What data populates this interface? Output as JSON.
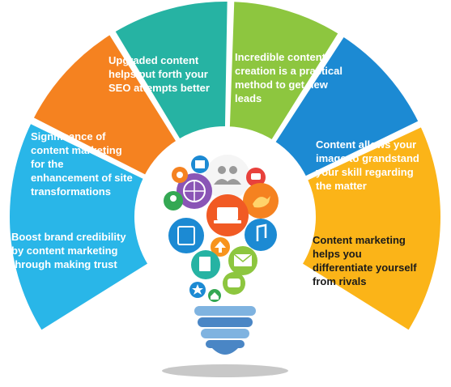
{
  "segments": [
    {
      "id": "s1",
      "text": "Boost brand credibility by content marketing through making trust",
      "color": "#29b6e8"
    },
    {
      "id": "s2",
      "text": "Significance of content marketing for the enhancement of site transformations",
      "color": "#f58220"
    },
    {
      "id": "s3",
      "text": "Upgraded content helps put forth your SEO attempts better",
      "color": "#26b3a3"
    },
    {
      "id": "s4",
      "text": "Incredible content creation is a practical method to get new leads",
      "color": "#8dc63f"
    },
    {
      "id": "s5",
      "text": "Content allows your image to grandstand your skill regarding the matter",
      "color": "#1c8ad3"
    },
    {
      "id": "s6",
      "text": "Content marketing helps you differentiate yourself from rivals",
      "color": "#fbb418"
    }
  ],
  "icons": [
    "settings-icon",
    "people-icon",
    "image-icon",
    "globe-icon",
    "chat-bubble-icon",
    "bird-icon",
    "user-icon",
    "laptop-icon",
    "tablet-touch-icon",
    "music-note-icon",
    "upload-arrow-icon",
    "mail-icon",
    "document-edit-icon",
    "speech-bubble-icon",
    "star-icon",
    "home-icon"
  ],
  "colors": {
    "bulb_base": "#7fb3e0",
    "bulb_base_dark": "#4a86c5",
    "shadow": "#c8c8c8"
  }
}
